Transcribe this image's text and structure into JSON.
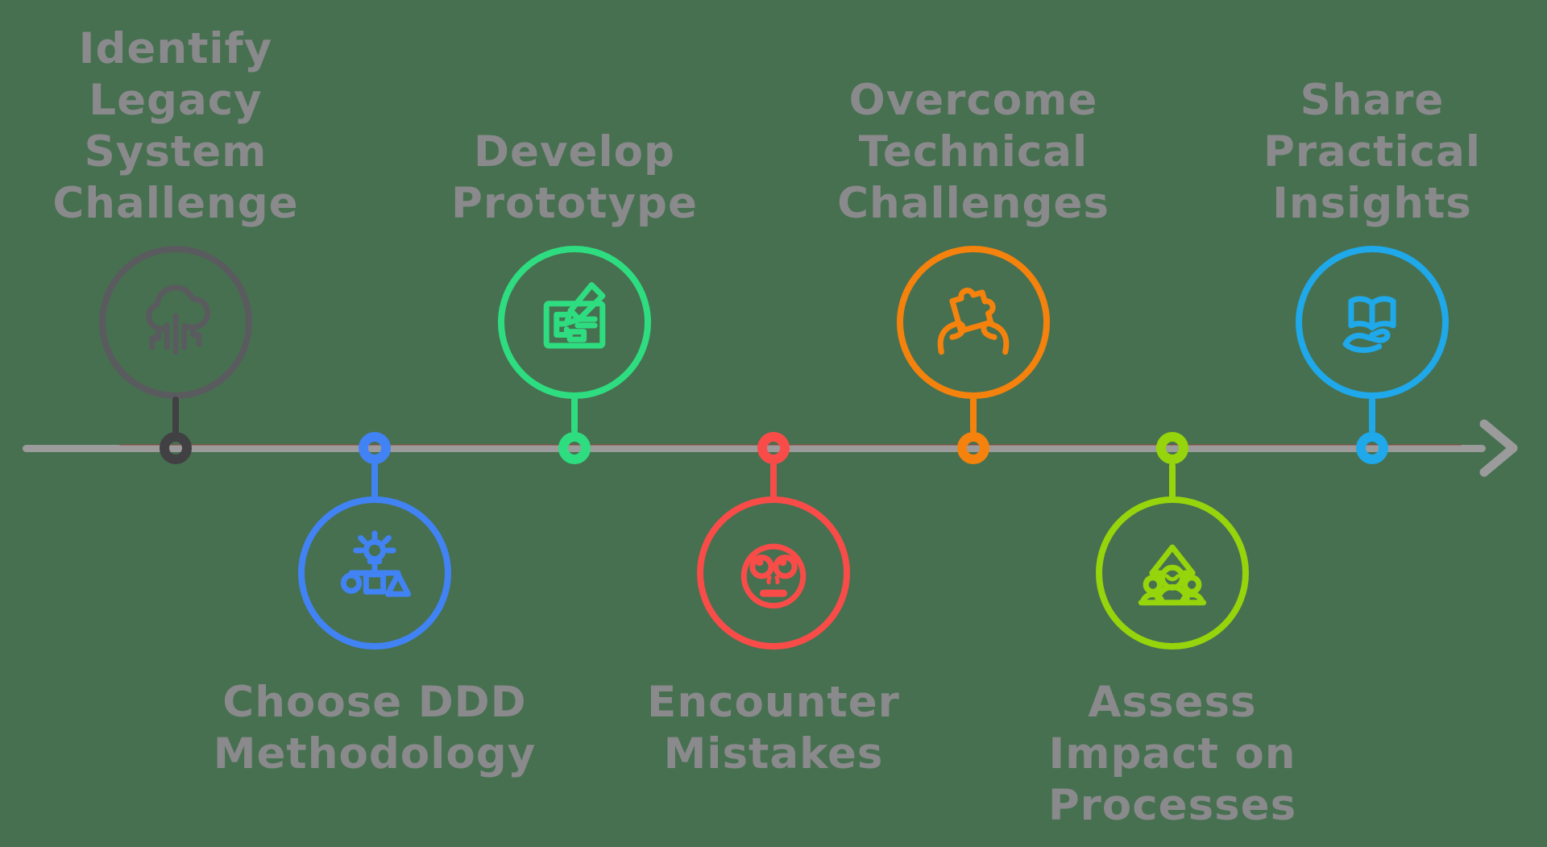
{
  "canvas": {
    "background": "#477050"
  },
  "text_color": "#8a8a8d",
  "timeline": {
    "line_color": "#9b9b9b",
    "arrow_direction": "right",
    "node_count": 7
  },
  "milestones": [
    {
      "name": "identify-legacy-system-challenge",
      "side": "above",
      "lines": [
        "Identify",
        "Legacy",
        "System",
        "Challenge"
      ],
      "color": "#5a5b5e",
      "node_color": "#414042",
      "icon": "cloud-circuit-icon"
    },
    {
      "name": "choose-ddd-methodology",
      "side": "below",
      "lines": [
        "Choose DDD",
        "Methodology"
      ],
      "color": "#4183f4",
      "node_color": "#4183f4",
      "icon": "idea-shapes-icon"
    },
    {
      "name": "develop-prototype",
      "side": "above",
      "lines": [
        "Develop",
        "Prototype"
      ],
      "color": "#2fdd81",
      "node_color": "#2fdd81",
      "icon": "blueprint-pencil-icon"
    },
    {
      "name": "encounter-mistakes",
      "side": "below",
      "lines": [
        "Encounter",
        "Mistakes"
      ],
      "color": "#f94c49",
      "node_color": "#f94c49",
      "icon": "embarrassed-face-icon"
    },
    {
      "name": "overcome-technical-challenges",
      "side": "above",
      "lines": [
        "Overcome",
        "Technical",
        "Challenges"
      ],
      "color": "#f5820d",
      "node_color": "#f5820d",
      "icon": "puzzle-hands-icon"
    },
    {
      "name": "assess-impact-on-processes",
      "side": "below",
      "lines": [
        "Assess",
        "Impact on",
        "Processes"
      ],
      "color": "#96d40c",
      "node_color": "#96d40c",
      "icon": "people-growth-icon"
    },
    {
      "name": "share-practical-insights",
      "side": "above",
      "lines": [
        "Share",
        "Practical",
        "Insights"
      ],
      "color": "#1fa8ea",
      "node_color": "#1fa8ea",
      "icon": "book-hand-icon"
    }
  ]
}
